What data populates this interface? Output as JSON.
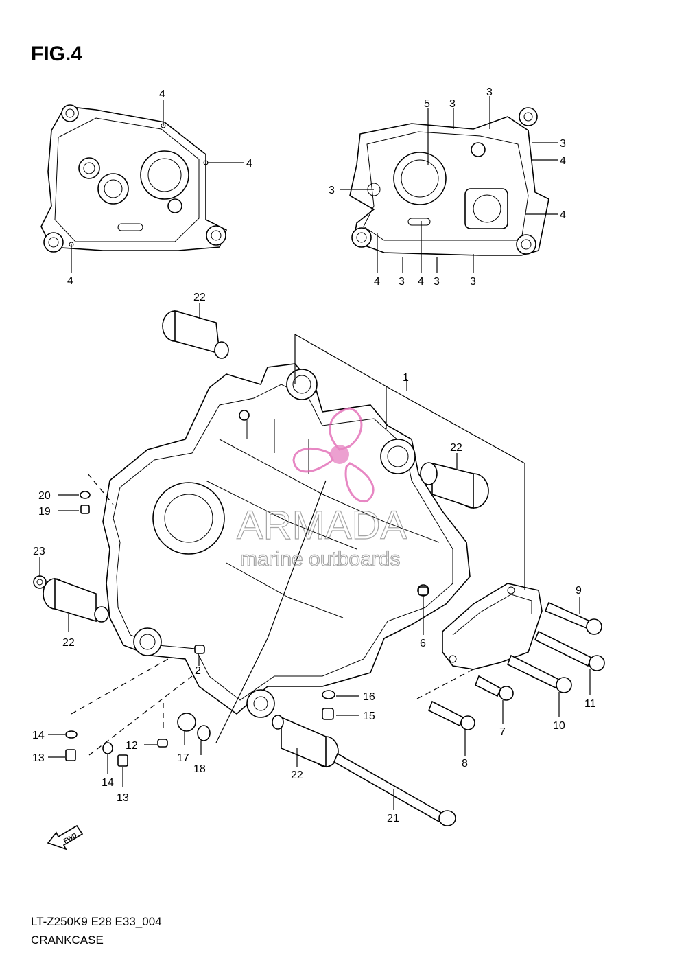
{
  "figure": {
    "title": "FIG.4",
    "model_code": "LT-Z250K9 E28 E33_004",
    "caption": "CRANKCASE",
    "fwd_label": "FWD"
  },
  "watermark": {
    "brand": "ARMADA",
    "tagline": "marine outboards",
    "color": "#e060b0"
  },
  "callouts": {
    "c1": "1",
    "c2": "2",
    "c3": "3",
    "c4": "4",
    "c5": "5",
    "c6": "6",
    "c7": "7",
    "c8": "8",
    "c9": "9",
    "c10": "10",
    "c11": "11",
    "c12": "12",
    "c13": "13",
    "c14": "14",
    "c15": "15",
    "c16": "16",
    "c17": "17",
    "c18": "18",
    "c19": "19",
    "c20": "20",
    "c21": "21",
    "c22": "22",
    "c23": "23"
  }
}
